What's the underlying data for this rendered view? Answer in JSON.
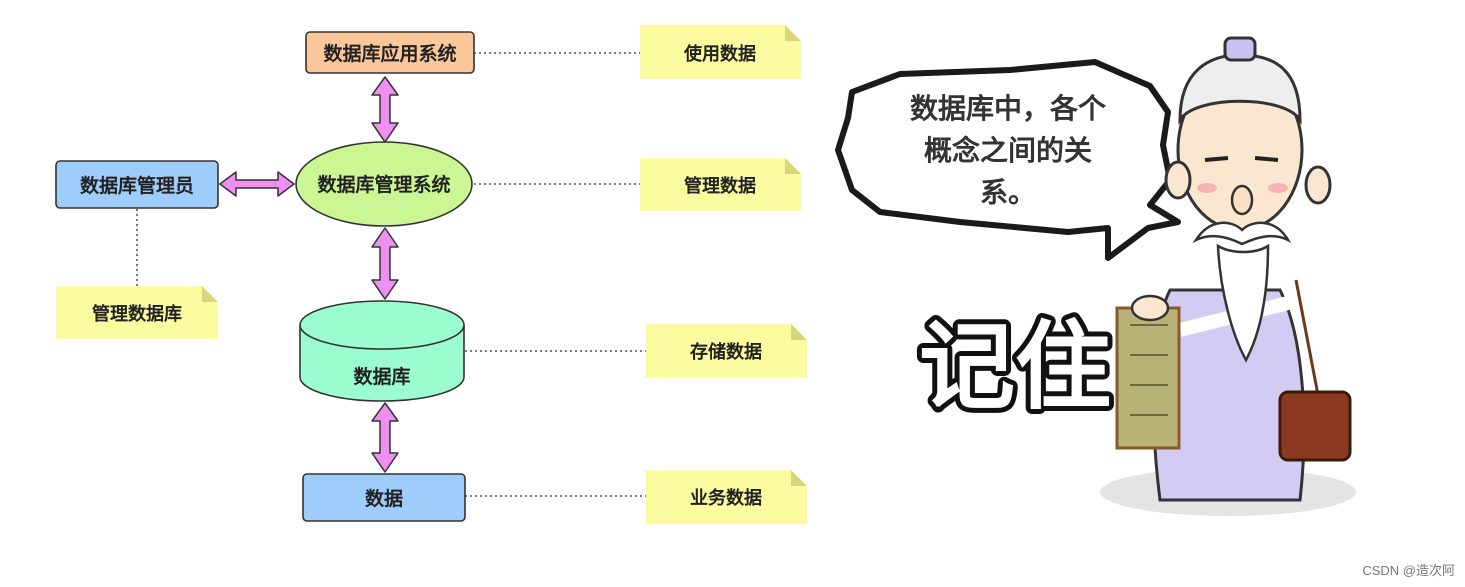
{
  "nodes": {
    "app": "数据库应用系统",
    "dbms": "数据库管理系统",
    "dba": "数据库管理员",
    "db": "数据库",
    "data": "数据"
  },
  "notes": {
    "use": "使用数据",
    "manage": "管理数据",
    "manage_db": "管理数据库",
    "store": "存储数据",
    "business": "业务数据"
  },
  "bubble": {
    "lines": [
      "数据库中，各个",
      "概念之间的关",
      "系。"
    ]
  },
  "remember": "记住",
  "watermark": "CSDN @造次阿",
  "colors": {
    "app_fill": "#f9c79a",
    "dbms_fill": "#ccf593",
    "dba_fill": "#9fcdfb",
    "db_fill": "#9bfccf",
    "data_fill": "#9fcdfb",
    "arrow_fill": "#ef8ff0",
    "note_fill": "#fdfba0"
  }
}
